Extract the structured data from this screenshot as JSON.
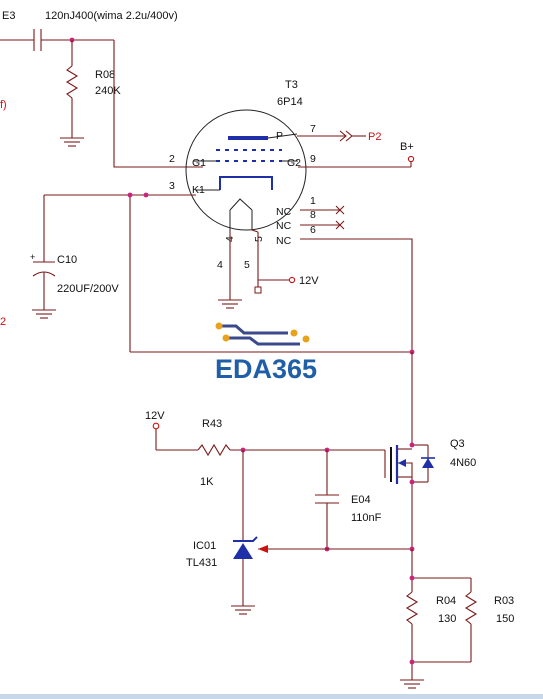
{
  "components": {
    "e3": {
      "ref": "E3",
      "value": "120nJ400(wima 2.2u/400v)"
    },
    "r08": {
      "ref": "R08",
      "value": "240K"
    },
    "t3": {
      "ref": "T3",
      "value": "6P14"
    },
    "c10": {
      "ref": "C10",
      "value": "220UF/200V"
    },
    "r43": {
      "ref": "R43",
      "value": "1K"
    },
    "e04": {
      "ref": "E04",
      "value": "110nF"
    },
    "ic01": {
      "ref": "IC01",
      "value": "TL431"
    },
    "q3": {
      "ref": "Q3",
      "value": "4N60"
    },
    "r04": {
      "ref": "R04",
      "value": "130"
    },
    "r03": {
      "ref": "R03",
      "value": "150"
    }
  },
  "tube_pins": {
    "p": {
      "name": "P",
      "num": "7"
    },
    "g1": {
      "name": "G1",
      "num": "2"
    },
    "g2": {
      "name": "G2",
      "num": "9"
    },
    "k1": {
      "name": "K1",
      "num": "3"
    },
    "nc1": {
      "name": "NC",
      "num": "1"
    },
    "nc8": {
      "name": "NC",
      "num": "8"
    },
    "nc6": {
      "name": "NC",
      "num": "6"
    },
    "h4": {
      "num": "4"
    },
    "h5": {
      "num": "5"
    }
  },
  "nets": {
    "p2": "P2",
    "bplus": "B+",
    "v12_heater": "12V",
    "v12_supply": "12V"
  },
  "edge_fragments": {
    "f_paren": "f)",
    "two": "2"
  },
  "watermark": {
    "text": "EDA365"
  }
}
